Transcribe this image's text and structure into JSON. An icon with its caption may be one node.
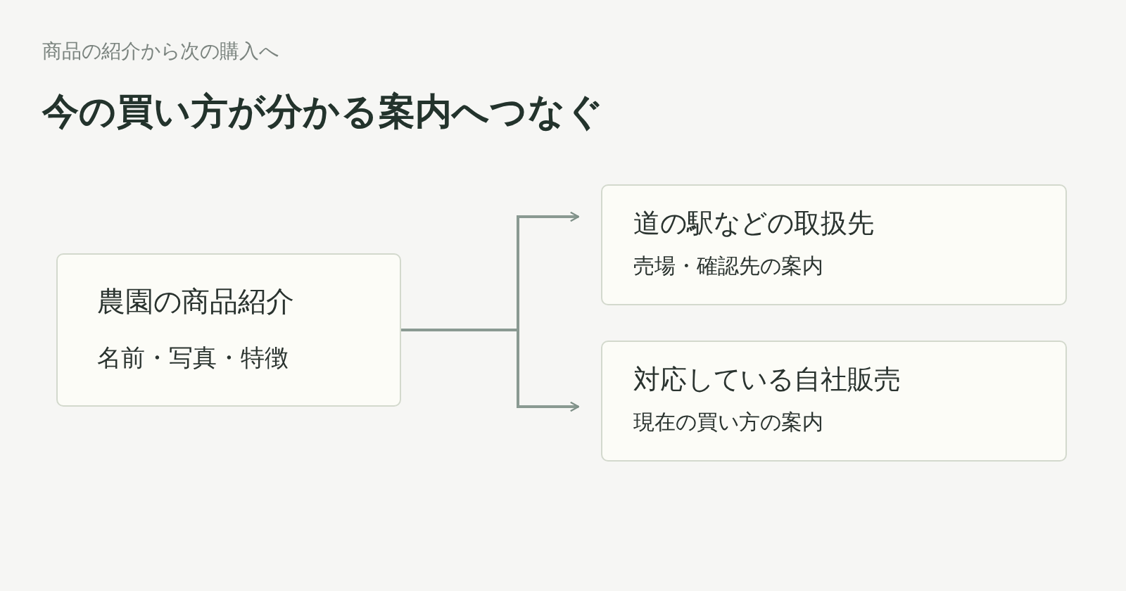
{
  "diagram": {
    "title": "今の買い方が分かる案内へつなぐ",
    "labels": [
      "商品の紹介から次の購入へ"
    ],
    "nodes": [
      {
        "text": [
          "農園の商品紹介",
          "名前・写真・特徴"
        ]
      },
      {
        "text": [
          "道の駅などの取扱先",
          "売場・確認先の案内"
        ]
      },
      {
        "text": [
          "対応している自社販売",
          "現在の買い方の案内"
        ]
      }
    ],
    "edges": [
      {
        "from": 0,
        "to": 1,
        "arrow": "to"
      },
      {
        "from": 0,
        "to": 2,
        "arrow": "to"
      }
    ]
  }
}
